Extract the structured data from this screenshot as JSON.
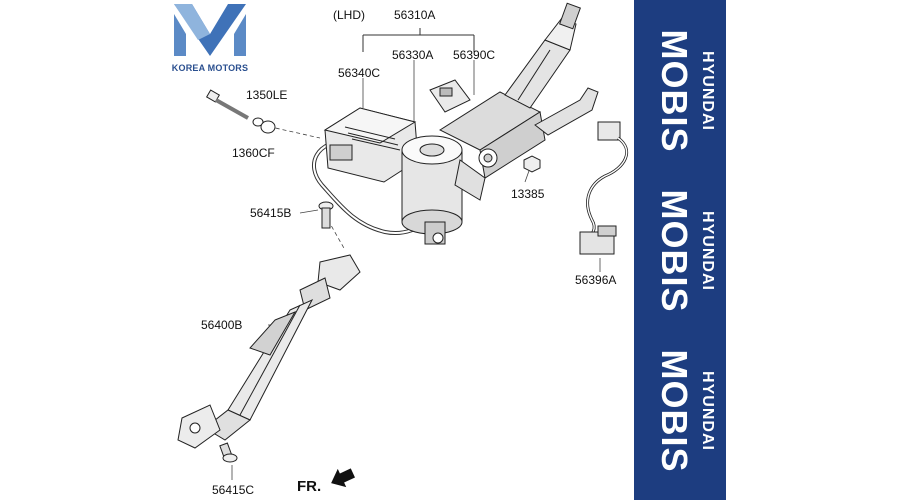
{
  "logo": {
    "brand_text": "KOREA MOTORS"
  },
  "diagram": {
    "variant_label": "(LHD)",
    "direction_label": "FR.",
    "parts": {
      "p56310A": "56310A",
      "p56330A": "56330A",
      "p56390C": "56390C",
      "p56340C": "56340C",
      "p1350LE": "1350LE",
      "p1360CF": "1360CF",
      "p56415B": "56415B",
      "p13385": "13385",
      "p56396A": "56396A",
      "p56400B": "56400B",
      "p56415C": "56415C"
    }
  },
  "banner": {
    "background_color": "#1d3d80",
    "brand_top": "HYUNDAI",
    "brand_main": "MOBIS",
    "accent_color": "#c8102e",
    "repeat": 3
  }
}
